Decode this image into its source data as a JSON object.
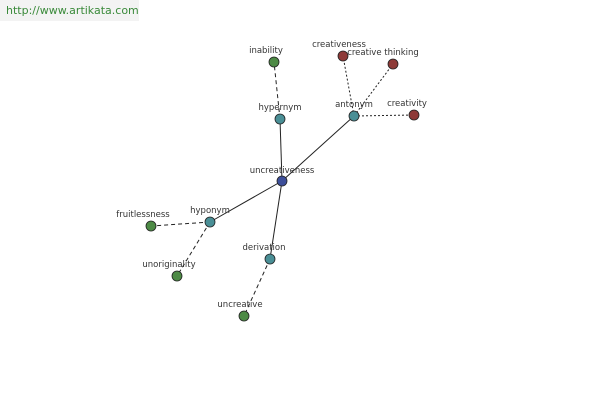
{
  "watermark": {
    "text": "http://www.artikata.com"
  },
  "colors": {
    "center": "#3d4f9a",
    "relation": "#4a8f96",
    "word_green": "#4d8a45",
    "word_red": "#8e3a38"
  },
  "nodes": [
    {
      "id": "uncreativeness",
      "label": "uncreativeness",
      "kind": "center"
    },
    {
      "id": "hypernym",
      "label": "hypernym",
      "kind": "relation"
    },
    {
      "id": "antonym",
      "label": "antonym",
      "kind": "relation"
    },
    {
      "id": "hyponym",
      "label": "hyponym",
      "kind": "relation"
    },
    {
      "id": "derivation",
      "label": "derivation",
      "kind": "relation"
    },
    {
      "id": "inability",
      "label": "inability",
      "kind": "word_green"
    },
    {
      "id": "creativeness",
      "label": "creativeness",
      "kind": "word_red"
    },
    {
      "id": "creative-thinking",
      "label": "creative thinking",
      "kind": "word_red"
    },
    {
      "id": "creativity",
      "label": "creativity",
      "kind": "word_red"
    },
    {
      "id": "fruitlessness",
      "label": "fruitlessness",
      "kind": "word_green"
    },
    {
      "id": "unoriginality",
      "label": "unoriginality",
      "kind": "word_green"
    },
    {
      "id": "uncreative",
      "label": "uncreative",
      "kind": "word_green"
    }
  ],
  "edges": [
    {
      "from": "uncreativeness",
      "to": "hypernym",
      "style": "solid"
    },
    {
      "from": "uncreativeness",
      "to": "antonym",
      "style": "solid"
    },
    {
      "from": "uncreativeness",
      "to": "hyponym",
      "style": "solid"
    },
    {
      "from": "uncreativeness",
      "to": "derivation",
      "style": "solid"
    },
    {
      "from": "hypernym",
      "to": "inability",
      "style": "dashed"
    },
    {
      "from": "antonym",
      "to": "creativeness",
      "style": "dotted"
    },
    {
      "from": "antonym",
      "to": "creative-thinking",
      "style": "dotted"
    },
    {
      "from": "antonym",
      "to": "creativity",
      "style": "dotted"
    },
    {
      "from": "hyponym",
      "to": "fruitlessness",
      "style": "dashed"
    },
    {
      "from": "hyponym",
      "to": "unoriginality",
      "style": "dashed"
    },
    {
      "from": "derivation",
      "to": "uncreative",
      "style": "dashed"
    }
  ]
}
